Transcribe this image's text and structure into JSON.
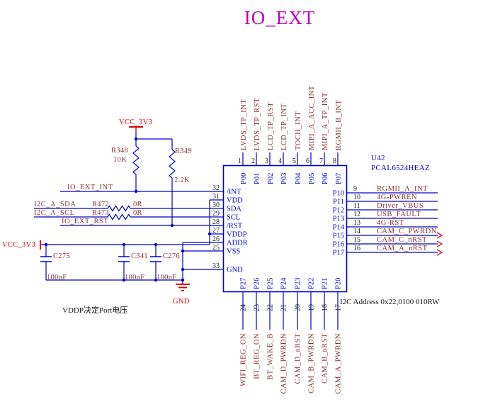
{
  "sheet": {
    "title": "IO_EXT",
    "notes": {
      "vddp_note": "VDDP决定Port电压",
      "i2c_address_note": "I2C Address 0x22,0100 010RW"
    }
  },
  "chip": {
    "refdes": "U42",
    "part_number": "PCAL6524HEAZ",
    "left_pins": [
      {
        "number": "32",
        "name": "/INT"
      },
      {
        "number": "31",
        "name": "VDD"
      },
      {
        "number": "30",
        "name": "SDA"
      },
      {
        "number": "29",
        "name": "SCL"
      },
      {
        "number": "28",
        "name": "/RST"
      },
      {
        "number": "27",
        "name": "VDDP"
      },
      {
        "number": "26",
        "name": "ADDR"
      },
      {
        "number": "25",
        "name": "VSS"
      },
      {
        "number": "33",
        "name": "GND"
      }
    ],
    "top_pins": [
      {
        "number": "1",
        "name": "P00",
        "net": "LVDS_TP_INT"
      },
      {
        "number": "2",
        "name": "P01",
        "net": "LVDS_TP_RST"
      },
      {
        "number": "3",
        "name": "P02",
        "net": "LCD_TP_RST"
      },
      {
        "number": "4",
        "name": "P03",
        "net": "LCD_TP_INT"
      },
      {
        "number": "5",
        "name": "P04",
        "net": "TOCH_INT"
      },
      {
        "number": "6",
        "name": "P05",
        "net": "MIPI_A_ACC_INT"
      },
      {
        "number": "7",
        "name": "P06",
        "net": "MIPI_A_TP_INT"
      },
      {
        "number": "8",
        "name": "P07",
        "net": "RGMII_B_INT"
      }
    ],
    "right_pins": [
      {
        "number": "9",
        "name": "P10",
        "net": "RGMII_A_INT"
      },
      {
        "number": "10",
        "name": "P11",
        "net": "4G-PWREN"
      },
      {
        "number": "11",
        "name": "P12",
        "net": "Driver_VBUS"
      },
      {
        "number": "12",
        "name": "P13",
        "net": "USB_FAULT"
      },
      {
        "number": "13",
        "name": "P14",
        "net": "4G-RST"
      },
      {
        "number": "14",
        "name": "P15",
        "net": "CAM_C_PWRDN"
      },
      {
        "number": "15",
        "name": "P16",
        "net": "CAM_C_nRST"
      },
      {
        "number": "16",
        "name": "P17",
        "net": "CAM_A_nRST"
      }
    ],
    "bottom_pins": [
      {
        "number": "24",
        "name": "P27",
        "net": "WIFI_REG_ON"
      },
      {
        "number": "23",
        "name": "P26",
        "net": "BT_REG_ON"
      },
      {
        "number": "22",
        "name": "P25",
        "net": "BT_WAKE_B"
      },
      {
        "number": "21",
        "name": "P24",
        "net": "CAM_D_PWRDN"
      },
      {
        "number": "20",
        "name": "P23",
        "net": "CAM_D_nRST"
      },
      {
        "number": "19",
        "name": "P22",
        "net": "CAM_B_PWRDN"
      },
      {
        "number": "18",
        "name": "P21",
        "net": "CAM_B_nRST"
      },
      {
        "number": "17",
        "name": "P20",
        "net": "CAM_A_PWRDN"
      }
    ]
  },
  "left_nets": {
    "int": "IO_EXT_INT",
    "sda": "I2C_A_SDA",
    "scl": "I2C_A_SCL",
    "rst": "IO_EXT_RST"
  },
  "components": {
    "r348": {
      "refdes": "R348",
      "value": "10K"
    },
    "r349": {
      "refdes": "R349",
      "value": "2.2K"
    },
    "r472": {
      "refdes": "R472",
      "value": "0R"
    },
    "r473": {
      "refdes": "R473",
      "value": "0R"
    },
    "c275": {
      "refdes": "C275",
      "value": "100nF"
    },
    "c341": {
      "refdes": "C341",
      "value": "100nF"
    },
    "c276": {
      "refdes": "C276",
      "value": "100nF"
    }
  },
  "power": {
    "vcc_top": "VCC_3V3",
    "vcc_left": "VCC_3V3",
    "gnd": "GND"
  },
  "colors": {
    "wire": "#0000CC",
    "net_label": "#8B3030",
    "power": "#DD0000",
    "title": "#BB00BB",
    "pin_name": "#0000CC",
    "pin_number": "#000000"
  }
}
